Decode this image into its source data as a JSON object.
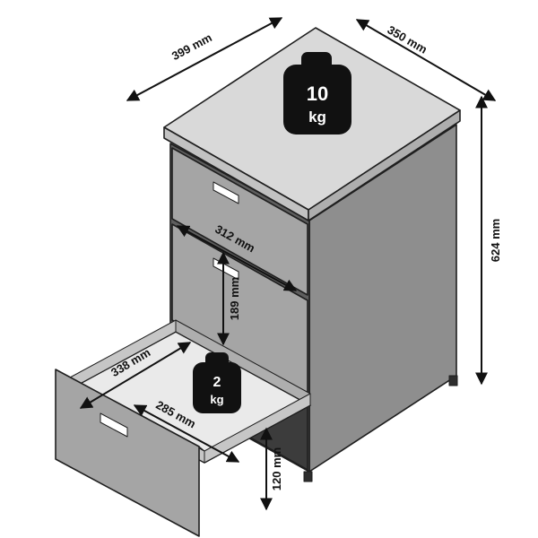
{
  "dimensions": {
    "overall_width": "399 mm",
    "overall_depth": "350 mm",
    "overall_height": "624 mm",
    "drawer_opening_width": "312 mm",
    "drawer_front_height": "189 mm",
    "drawer_depth": "338 mm",
    "drawer_inner_width": "285 mm",
    "drawer_inner_height": "120 mm"
  },
  "loads": {
    "top_max": {
      "value": "10",
      "unit": "kg"
    },
    "drawer_max": {
      "value": "2",
      "unit": "kg"
    }
  },
  "colors": {
    "outline": "#1f1f1f",
    "top_face": "#d9d9d9",
    "top_edge_front": "#c2c2c2",
    "top_edge_side": "#aeaeae",
    "front_face": "#5e5e5e",
    "drawer_front": "#a5a5a5",
    "side_face": "#8e8e8e",
    "opening_interior": "#3c3c3c",
    "drawer_floor": "#eaeaea",
    "drawer_wall": "#c6c6c6",
    "drawer_wall_dark": "#aeaeae",
    "panel_edge": "#d6d6d6",
    "handle": "#ffffff",
    "feet": "#2e2e2e",
    "badge": "#111111",
    "badge_text": "#ffffff"
  }
}
